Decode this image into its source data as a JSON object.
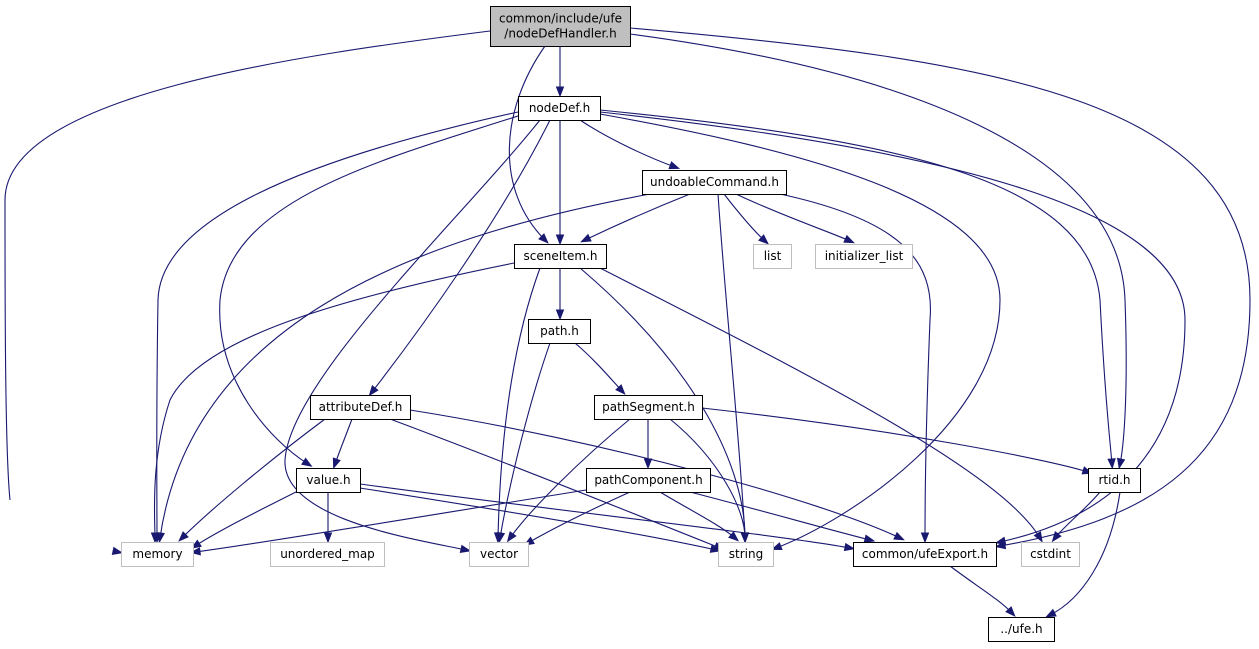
{
  "diagram": {
    "type": "include-dependency-graph",
    "colors": {
      "edge": "#191970",
      "root_fill": "#bfbfbf",
      "local_border": "#000000",
      "system_border": "#bfbfbf"
    },
    "nodes": [
      {
        "id": "nodeDefHandler",
        "lines": [
          "common/include/ufe",
          "/nodeDefHandler.h"
        ],
        "kind": "root"
      },
      {
        "id": "nodeDef",
        "lines": [
          "nodeDef.h"
        ],
        "kind": "local"
      },
      {
        "id": "undoableCommand",
        "lines": [
          "undoableCommand.h"
        ],
        "kind": "local"
      },
      {
        "id": "sceneItem",
        "lines": [
          "sceneItem.h"
        ],
        "kind": "local"
      },
      {
        "id": "list",
        "lines": [
          "list"
        ],
        "kind": "system"
      },
      {
        "id": "initializer_list",
        "lines": [
          "initializer_list"
        ],
        "kind": "system"
      },
      {
        "id": "path",
        "lines": [
          "path.h"
        ],
        "kind": "local"
      },
      {
        "id": "attributeDef",
        "lines": [
          "attributeDef.h"
        ],
        "kind": "local"
      },
      {
        "id": "pathSegment",
        "lines": [
          "pathSegment.h"
        ],
        "kind": "local"
      },
      {
        "id": "rtid",
        "lines": [
          "rtid.h"
        ],
        "kind": "local"
      },
      {
        "id": "value",
        "lines": [
          "value.h"
        ],
        "kind": "local"
      },
      {
        "id": "pathComponent",
        "lines": [
          "pathComponent.h"
        ],
        "kind": "local"
      },
      {
        "id": "memory",
        "lines": [
          "memory"
        ],
        "kind": "system"
      },
      {
        "id": "unordered_map",
        "lines": [
          "unordered_map"
        ],
        "kind": "system"
      },
      {
        "id": "vector",
        "lines": [
          "vector"
        ],
        "kind": "system"
      },
      {
        "id": "string",
        "lines": [
          "string"
        ],
        "kind": "system"
      },
      {
        "id": "ufeExport",
        "lines": [
          "common/ufeExport.h"
        ],
        "kind": "local"
      },
      {
        "id": "cstdint",
        "lines": [
          "cstdint"
        ],
        "kind": "system"
      },
      {
        "id": "ufe",
        "lines": [
          "../ufe.h"
        ],
        "kind": "local"
      }
    ],
    "edges": [
      {
        "from": "nodeDefHandler",
        "to": "nodeDef"
      },
      {
        "from": "nodeDefHandler",
        "to": "memory"
      },
      {
        "from": "nodeDefHandler",
        "to": "sceneItem"
      },
      {
        "from": "nodeDefHandler",
        "to": "rtid"
      },
      {
        "from": "nodeDefHandler",
        "to": "ufeExport"
      },
      {
        "from": "nodeDef",
        "to": "undoableCommand"
      },
      {
        "from": "nodeDef",
        "to": "sceneItem"
      },
      {
        "from": "nodeDef",
        "to": "attributeDef"
      },
      {
        "from": "nodeDef",
        "to": "value"
      },
      {
        "from": "nodeDef",
        "to": "memory"
      },
      {
        "from": "nodeDef",
        "to": "vector"
      },
      {
        "from": "nodeDef",
        "to": "string"
      },
      {
        "from": "nodeDef",
        "to": "rtid"
      },
      {
        "from": "nodeDef",
        "to": "ufeExport"
      },
      {
        "from": "undoableCommand",
        "to": "sceneItem"
      },
      {
        "from": "undoableCommand",
        "to": "list"
      },
      {
        "from": "undoableCommand",
        "to": "initializer_list"
      },
      {
        "from": "undoableCommand",
        "to": "memory"
      },
      {
        "from": "undoableCommand",
        "to": "string"
      },
      {
        "from": "undoableCommand",
        "to": "ufeExport"
      },
      {
        "from": "sceneItem",
        "to": "path"
      },
      {
        "from": "sceneItem",
        "to": "memory"
      },
      {
        "from": "sceneItem",
        "to": "vector"
      },
      {
        "from": "sceneItem",
        "to": "string"
      },
      {
        "from": "sceneItem",
        "to": "cstdint"
      },
      {
        "from": "path",
        "to": "pathSegment"
      },
      {
        "from": "path",
        "to": "vector"
      },
      {
        "from": "attributeDef",
        "to": "value"
      },
      {
        "from": "attributeDef",
        "to": "memory"
      },
      {
        "from": "attributeDef",
        "to": "string"
      },
      {
        "from": "attributeDef",
        "to": "ufeExport"
      },
      {
        "from": "pathSegment",
        "to": "pathComponent"
      },
      {
        "from": "pathSegment",
        "to": "vector"
      },
      {
        "from": "pathSegment",
        "to": "string"
      },
      {
        "from": "pathSegment",
        "to": "rtid"
      },
      {
        "from": "value",
        "to": "memory"
      },
      {
        "from": "value",
        "to": "unordered_map"
      },
      {
        "from": "value",
        "to": "string"
      },
      {
        "from": "value",
        "to": "ufeExport"
      },
      {
        "from": "pathComponent",
        "to": "memory"
      },
      {
        "from": "pathComponent",
        "to": "vector"
      },
      {
        "from": "pathComponent",
        "to": "string"
      },
      {
        "from": "pathComponent",
        "to": "ufeExport"
      },
      {
        "from": "rtid",
        "to": "cstdint"
      },
      {
        "from": "rtid",
        "to": "ufe"
      },
      {
        "from": "ufeExport",
        "to": "ufe"
      }
    ]
  }
}
